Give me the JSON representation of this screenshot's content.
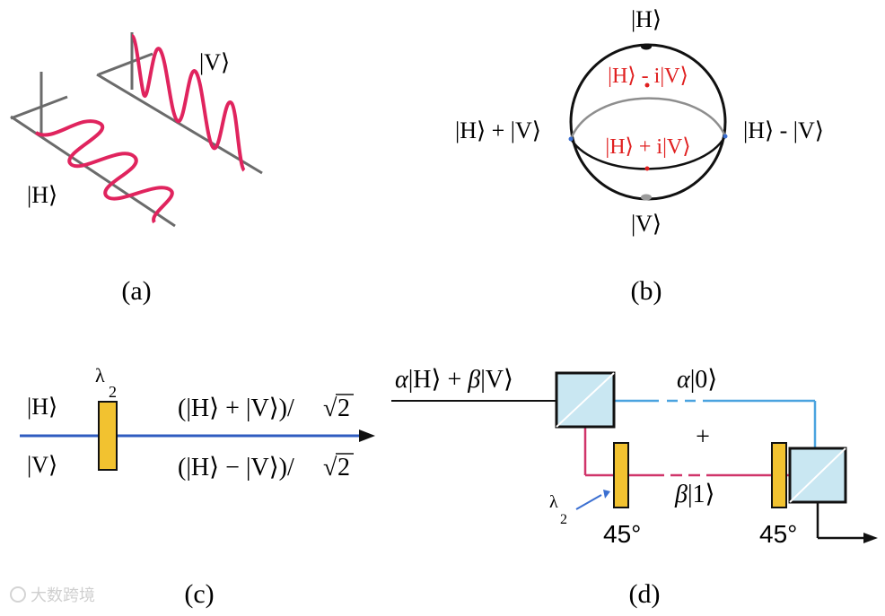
{
  "colors": {
    "wave": "#e0245e",
    "axis": "#6b6b6b",
    "beam_blue": "#2f5cc0",
    "beam_lightblue": "#4aa3df",
    "beam_red": "#d0356a",
    "plate": "#f2c230",
    "bs_fill": "#c9e7f2",
    "label_red": "#e02020"
  },
  "panel_a": {
    "label_v": "|V⟩",
    "label_h": "|H⟩",
    "caption": "(a)"
  },
  "panel_b": {
    "top": "|H⟩",
    "bottom": "|V⟩",
    "left": "|H⟩ + |V⟩",
    "right": "|H⟩ - |V⟩",
    "upper_red": "|H⟩ - i|V⟩",
    "lower_red": "|H⟩ + i|V⟩",
    "caption": "(b)"
  },
  "panel_c": {
    "plate_label_lambda": "λ",
    "plate_label_two": "2",
    "in_h": "|H⟩",
    "in_v": "|V⟩",
    "out_top_prefix": "(|H⟩ + |V⟩)/",
    "out_bottom_prefix": "(|H⟩ − |V⟩)/",
    "sqrt_sign": "√",
    "sqrt_arg": "2",
    "caption": "(c)"
  },
  "panel_d": {
    "input_alpha": "α",
    "input_h": "|H⟩ + ",
    "input_beta": "β",
    "input_v": "|V⟩",
    "upper_alpha": "α",
    "upper_ket": "|0⟩",
    "plus": "+",
    "lower_beta": "β",
    "lower_ket": "|1⟩",
    "halfwave_lambda": "λ",
    "halfwave_two": "2",
    "angle_left": "45°",
    "angle_right": "45°",
    "caption": "(d)"
  },
  "watermark": "大数跨境"
}
